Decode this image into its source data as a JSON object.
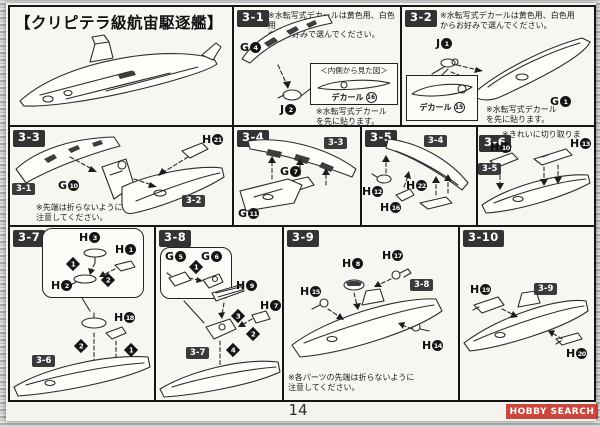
{
  "page": {
    "number": "14",
    "watermark": "HOBBY SEARCH"
  },
  "title": "【クリピテラ級航宙駆逐艦】",
  "shared_notes": {
    "decal_choose": "※水転写式デカールは黄色用、白色用\nからお好みで選んでください。",
    "decal_first": "※水転写式デカール\nを先に貼ります。"
  },
  "sections": {
    "s31": {
      "label": "3-1",
      "callout_title": "＜内側から見た図＞",
      "decal_word": "デカール",
      "decal_num": "16",
      "parts": [
        {
          "letter": "G",
          "num": "4"
        },
        {
          "letter": "J",
          "num": "2"
        }
      ]
    },
    "s32": {
      "label": "3-2",
      "decal_word": "デカール",
      "decal_num": "15",
      "parts": [
        {
          "letter": "J",
          "num": "1"
        },
        {
          "letter": "G",
          "num": "1"
        }
      ]
    },
    "s33": {
      "label": "3-3",
      "refs": [
        "3-1",
        "3-2"
      ],
      "note": "※先端は折らないように\n注意してください。",
      "parts": [
        {
          "letter": "G",
          "num": "10"
        },
        {
          "letter": "H",
          "num": "21"
        }
      ]
    },
    "s34": {
      "label": "3-4",
      "refs": [
        "3-3"
      ],
      "parts": [
        {
          "letter": "G",
          "num": "7"
        },
        {
          "letter": "G",
          "num": "11"
        }
      ]
    },
    "s35": {
      "label": "3-5",
      "refs": [
        "3-4"
      ],
      "parts": [
        {
          "letter": "H",
          "num": "12"
        },
        {
          "letter": "H",
          "num": "16"
        },
        {
          "letter": "H",
          "num": "22"
        }
      ]
    },
    "s36": {
      "label": "3-6",
      "refs": [
        "3-5"
      ],
      "note": "※きれいに切り取ります。",
      "parts": [
        {
          "letter": "H",
          "num": "10"
        },
        {
          "letter": "H",
          "num": "13"
        }
      ]
    },
    "s37": {
      "label": "3-7",
      "refs": [
        "3-6"
      ],
      "steps": [
        "1",
        "2",
        "2",
        "1"
      ],
      "parts": [
        {
          "letter": "H",
          "num": "3"
        },
        {
          "letter": "H",
          "num": "1"
        },
        {
          "letter": "H",
          "num": "2"
        },
        {
          "letter": "H",
          "num": "18"
        }
      ]
    },
    "s38": {
      "label": "3-8",
      "refs": [
        "3-7"
      ],
      "steps": [
        "1",
        "3",
        "2",
        "4"
      ],
      "parts": [
        {
          "letter": "G",
          "num": "5"
        },
        {
          "letter": "G",
          "num": "6"
        },
        {
          "letter": "H",
          "num": "9"
        },
        {
          "letter": "H",
          "num": "7"
        }
      ]
    },
    "s39": {
      "label": "3-9",
      "refs": [
        "3-8"
      ],
      "note": "※各パーツの先端は折らないように\n注意してください。",
      "parts": [
        {
          "letter": "H",
          "num": "8"
        },
        {
          "letter": "H",
          "num": "17"
        },
        {
          "letter": "H",
          "num": "15"
        },
        {
          "letter": "H",
          "num": "14"
        }
      ]
    },
    "s310": {
      "label": "3-10",
      "refs": [
        "3-9"
      ],
      "parts": [
        {
          "letter": "H",
          "num": "19"
        },
        {
          "letter": "H",
          "num": "20"
        }
      ]
    }
  }
}
